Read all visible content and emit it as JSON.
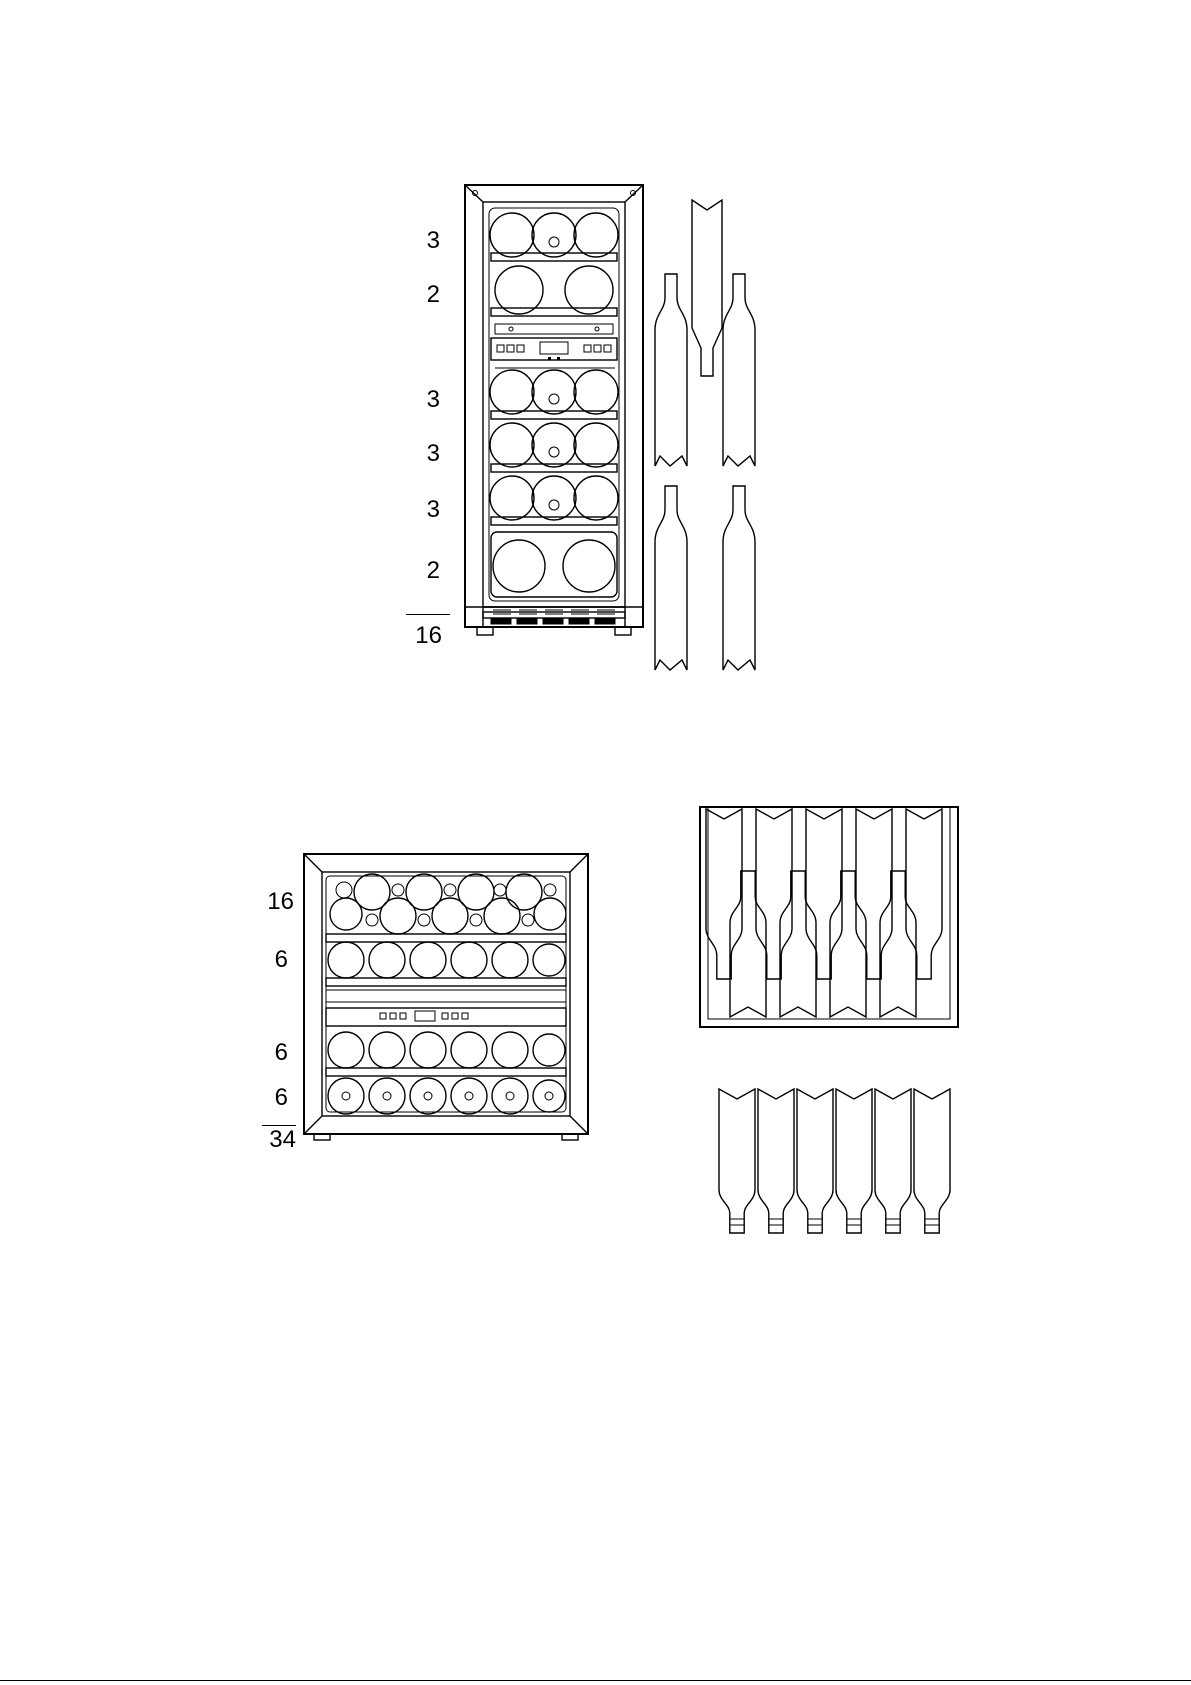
{
  "figures": [
    {
      "id": "narrow-cooler",
      "shelf_counts": [
        "3",
        "2",
        "3",
        "3",
        "3",
        "2"
      ],
      "total": "16"
    },
    {
      "id": "wide-cooler",
      "shelf_counts": [
        "16",
        "6",
        "6",
        "6"
      ],
      "total": "34"
    }
  ],
  "colors": {
    "line": "#000000",
    "background": "#ffffff"
  }
}
